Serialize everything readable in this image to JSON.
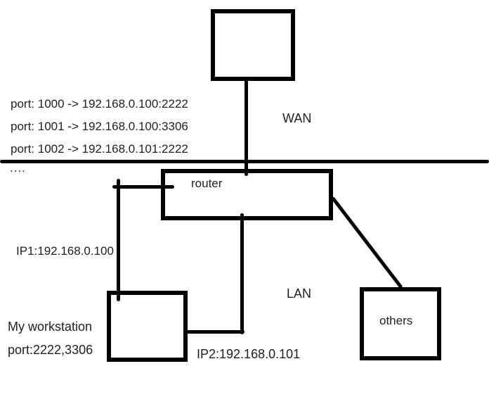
{
  "diagram": {
    "title": "Router port forwarding network diagram",
    "colors": {
      "line": "#000000",
      "text": "#1f1f1f",
      "background": "#ffffff"
    },
    "port_forwarding_rules": [
      "port: 1000 -> 192.168.0.100:2222",
      "port: 1001 -> 192.168.0.100:3306",
      "port: 1002 -> 192.168.0.101:2222"
    ],
    "ellipsis": "....",
    "labels": {
      "wan": "WAN",
      "lan": "LAN",
      "router": "router",
      "others": "others",
      "ip1": "IP1:192.168.0.100",
      "ip2": "IP2:192.168.0.101",
      "workstation_name": "My workstation",
      "workstation_ports": "port:2222,3306"
    }
  }
}
